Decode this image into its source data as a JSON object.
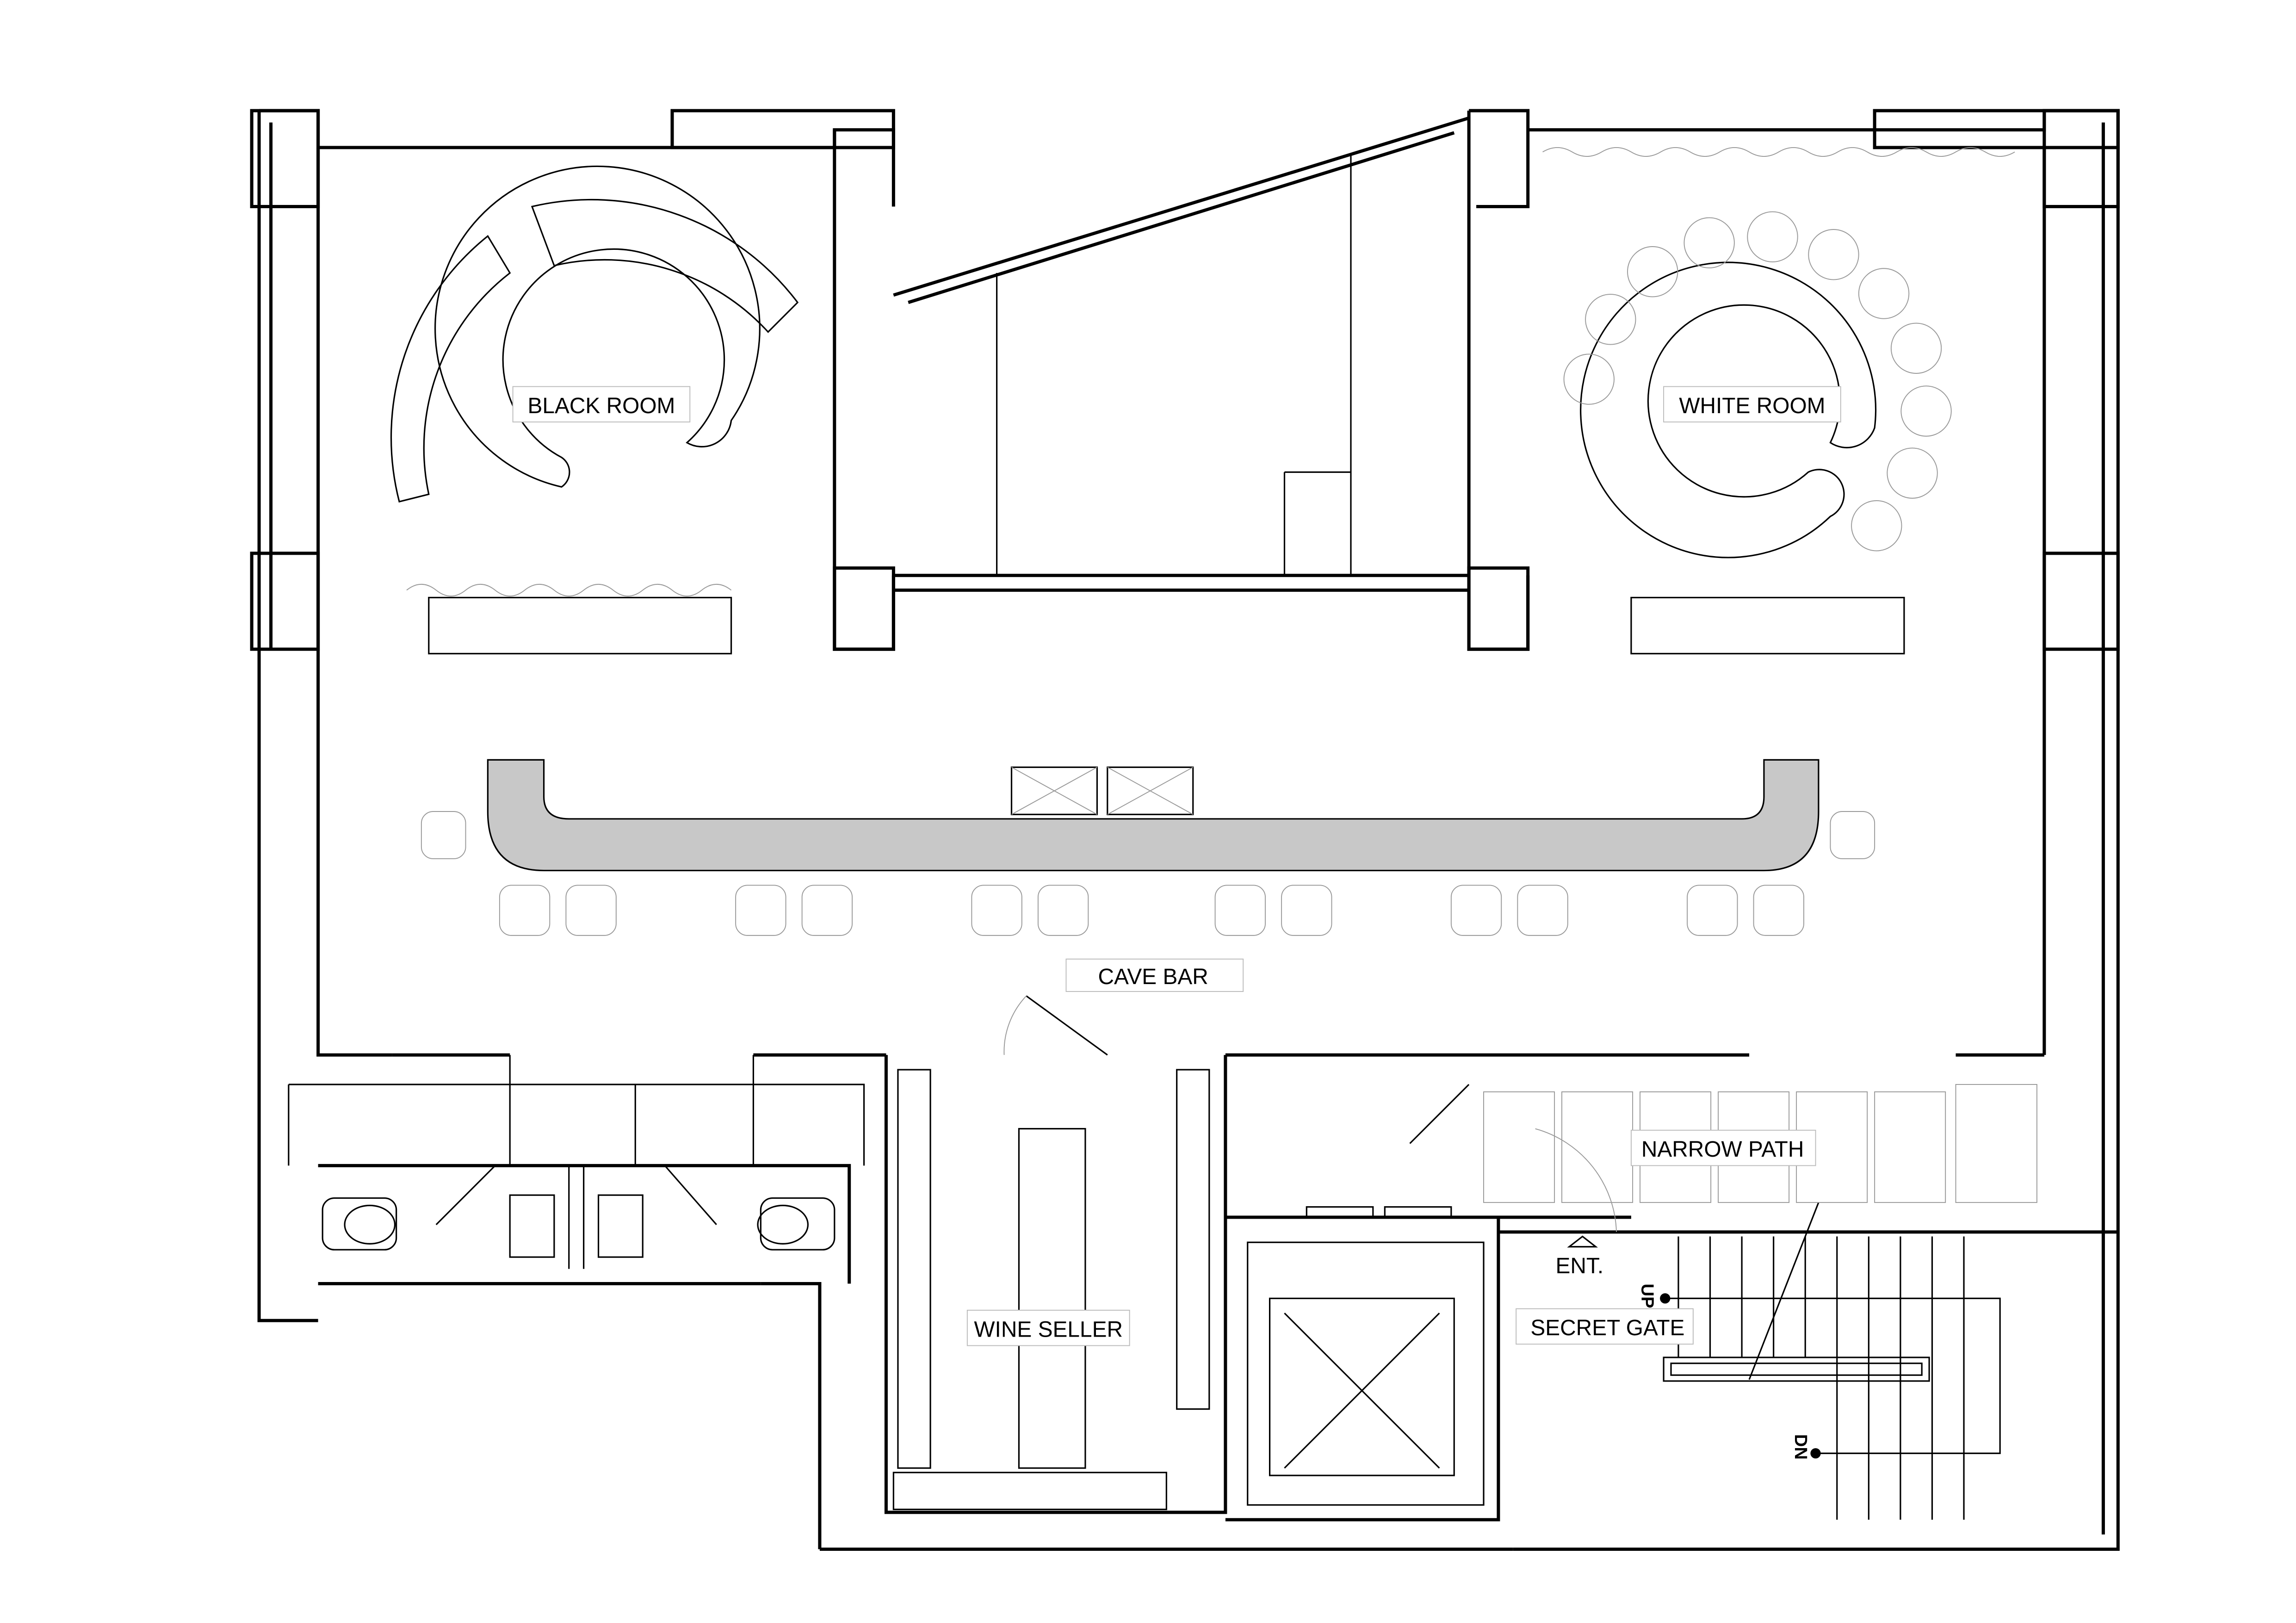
{
  "plan": {
    "rooms": {
      "black_room": "BLACK ROOM",
      "white_room": "WHITE ROOM",
      "cave_bar": "CAVE BAR",
      "narrow_path": "NARROW PATH",
      "wine_seller": "WINE SELLER",
      "secret_gate": "SECRET GATE"
    },
    "entrance": "ENT.",
    "stair_up": "UP",
    "stair_down": "DN"
  },
  "colors": {
    "wall": "#000000",
    "bar_counter": "#c8c8c8",
    "furniture": "#999999"
  }
}
